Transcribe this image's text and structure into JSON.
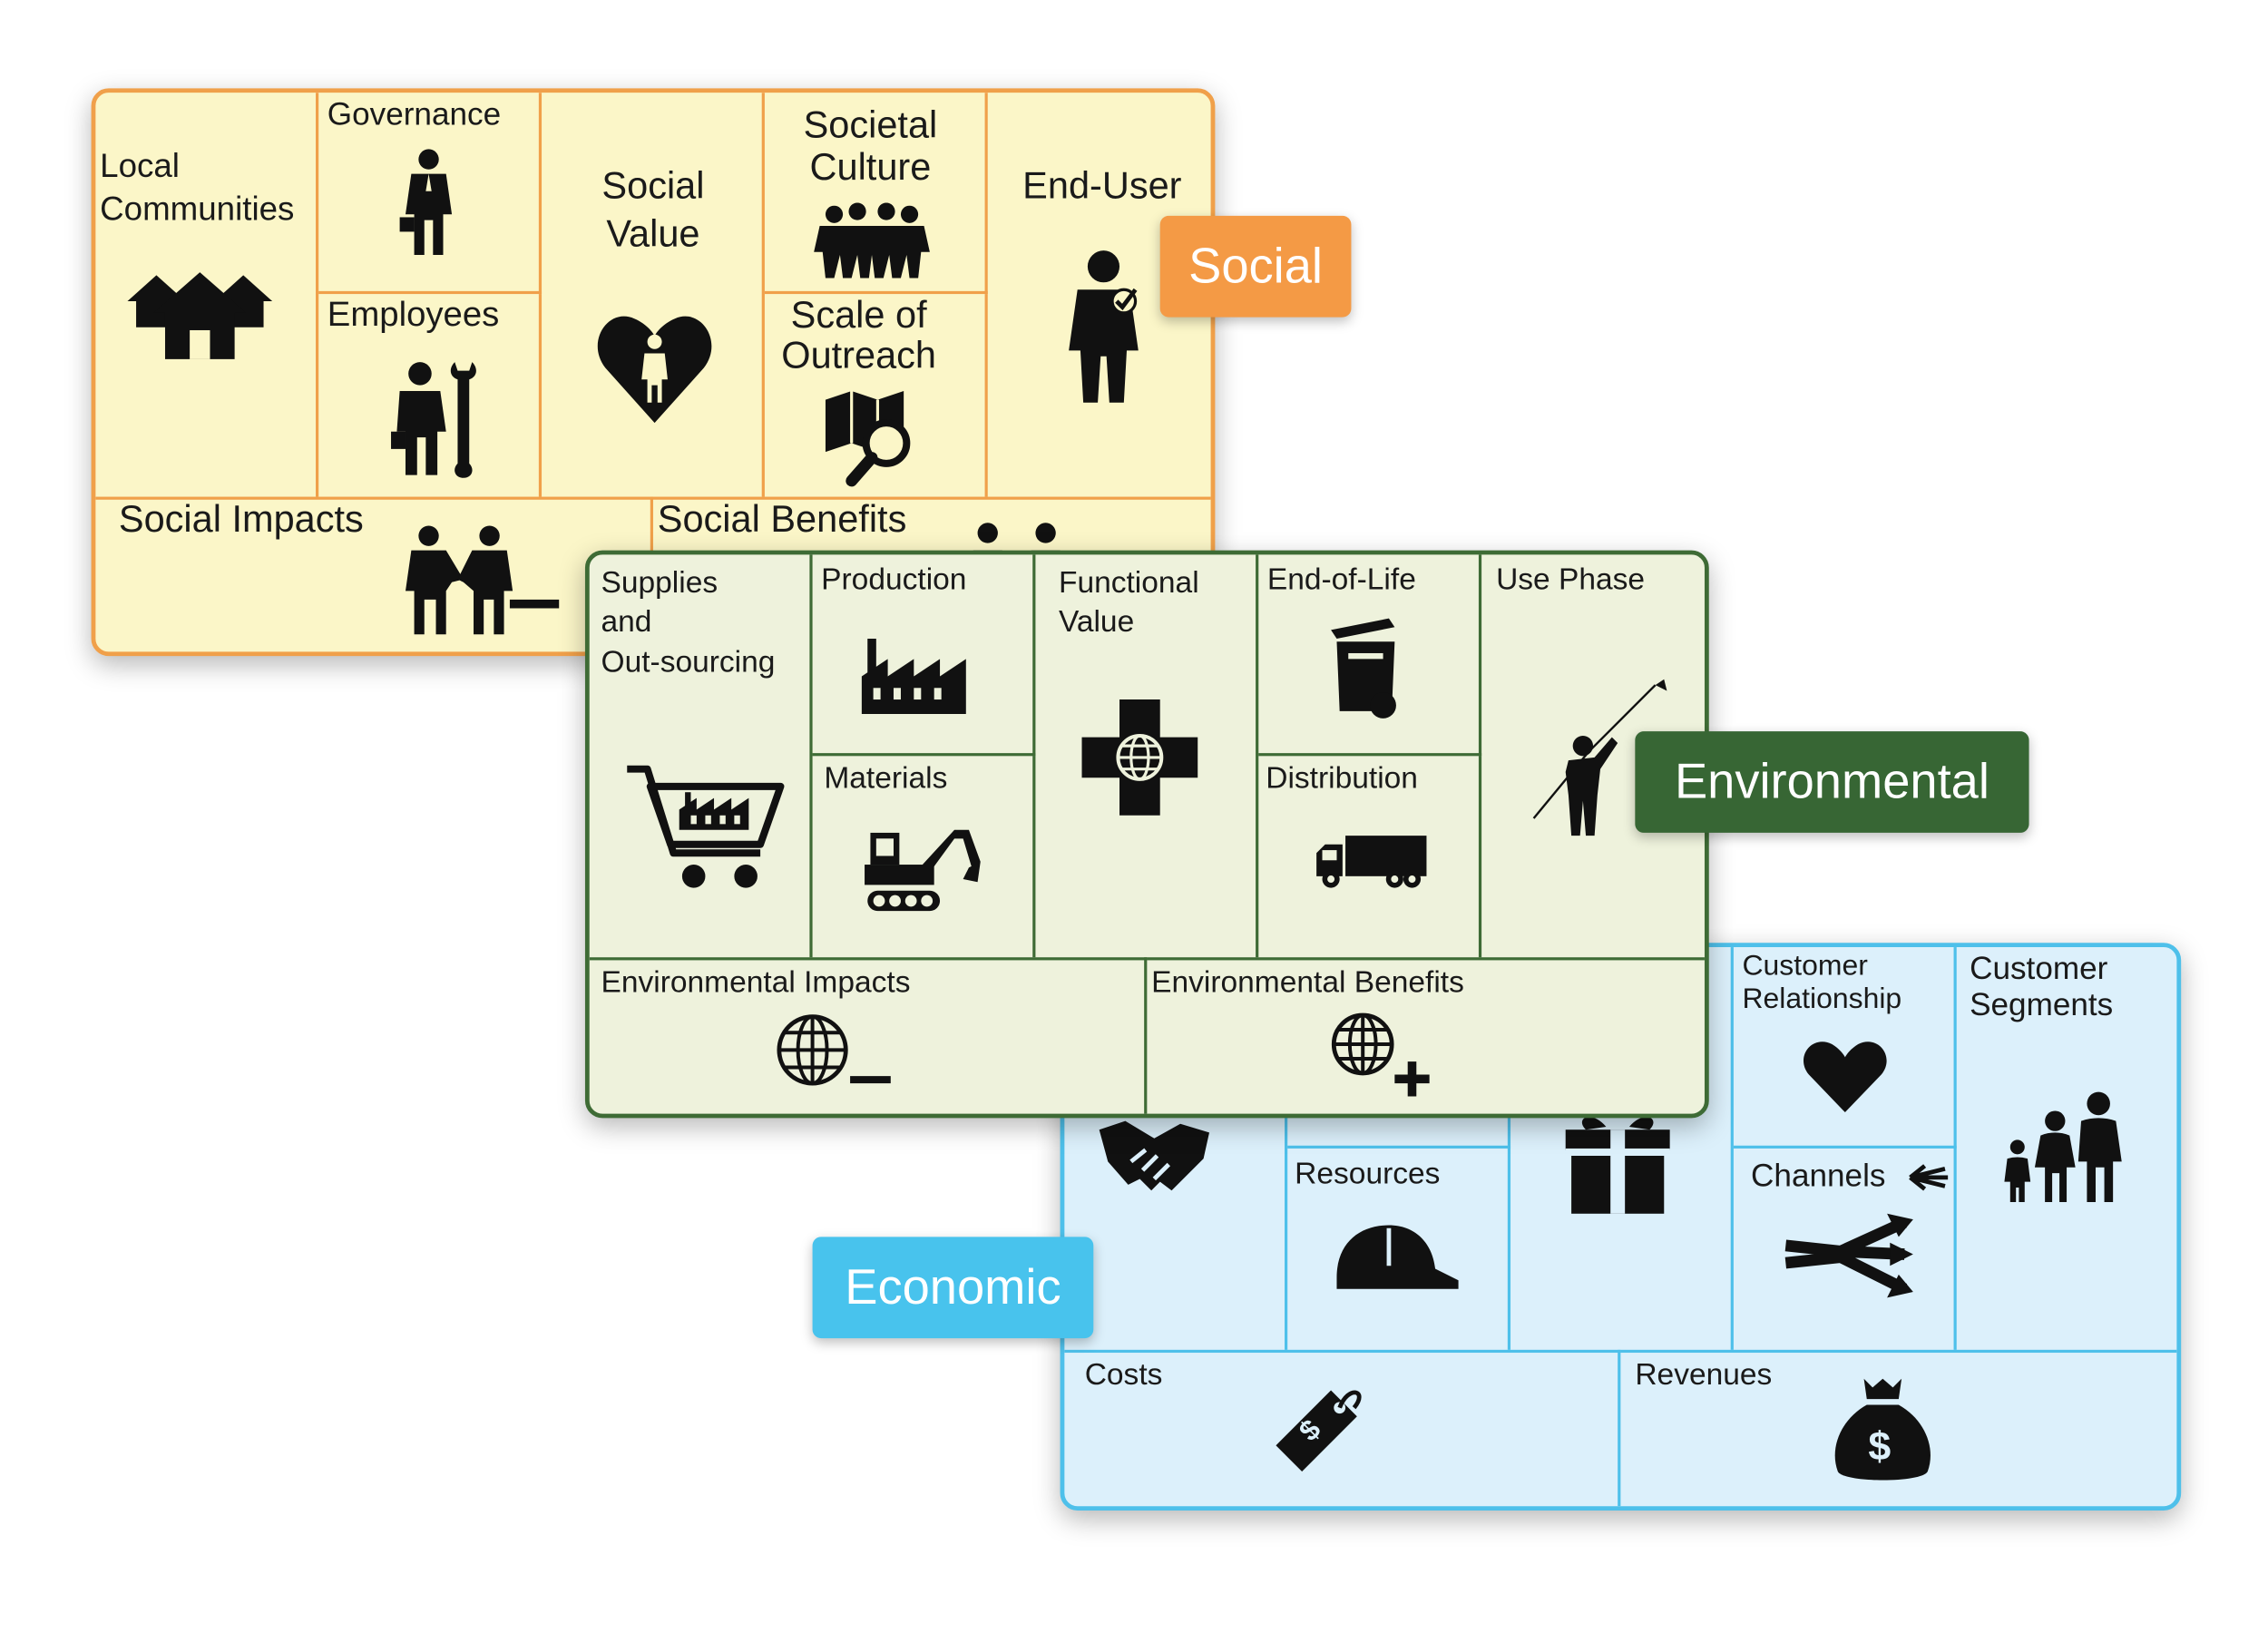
{
  "colors": {
    "social_bg": "#fbf6c8",
    "social_border": "#f0a04a",
    "social_tag": "#f49a45",
    "environmental_bg": "#eef2dc",
    "environmental_border": "#3e6b35",
    "environmental_tag": "#376634",
    "economic_bg": "#dcf0fb",
    "economic_border": "#4ec0ea",
    "economic_tag": "#48c3ed"
  },
  "social": {
    "tag": "Social",
    "local_communities": "Local\nCommunities",
    "governance": "Governance",
    "employees": "Employees",
    "social_value": "Social\nValue",
    "societal_culture": "Societal\nCulture",
    "scale_of_outreach": "Scale of\nOutreach",
    "end_user": "End-User",
    "social_impacts": "Social Impacts",
    "social_benefits": "Social Benefits",
    "icons": [
      "houses-icon",
      "businessman-icon",
      "worker-wrench-icon",
      "heart-person-icon",
      "group-people-icon",
      "map-search-icon",
      "user-check-icon",
      "handshake-minus-icon"
    ]
  },
  "environmental": {
    "tag": "Environmental",
    "supplies": "Supplies\nand\nOut-sourcing",
    "production": "Production",
    "materials": "Materials",
    "functional_value": "Functional\nValue",
    "end_of_life": "End-of-Life",
    "distribution": "Distribution",
    "use_phase": "Use Phase",
    "environmental_impacts": "Environmental Impacts",
    "environmental_benefits": "Environmental Benefits",
    "icons": [
      "cart-factory-icon",
      "factory-icon",
      "excavator-icon",
      "cross-globe-icon",
      "waste-bin-icon",
      "truck-icon",
      "person-kite-icon",
      "globe-minus-icon",
      "globe-plus-icon"
    ]
  },
  "economic": {
    "tag": "Economic",
    "customer_relationship": "Customer\nRelationship",
    "customer_segments": "Customer\nSegments",
    "resources": "Resources",
    "channels": "Channels",
    "costs": "Costs",
    "revenues": "Revenues",
    "icons": [
      "handshake-icon",
      "gift-icon",
      "heart-icon",
      "hard-hat-icon",
      "arrows-icon",
      "family-icon",
      "price-tag-icon",
      "money-bag-icon"
    ]
  }
}
